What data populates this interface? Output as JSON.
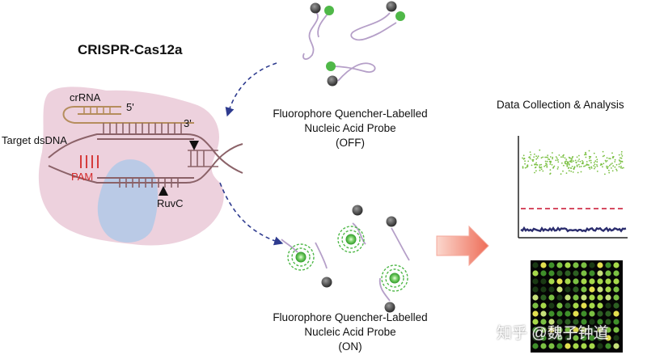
{
  "labels": {
    "title": "CRISPR-Cas12a",
    "crrna": "crRNA",
    "five_prime": "5'",
    "three_prime": "3'",
    "target": "Target dsDNA",
    "pam": "PAM",
    "ruvc": "RuvC",
    "probe_off_line1": "Fluorophore Quencher-Labelled",
    "probe_off_line2": "Nucleic Acid Probe",
    "probe_off_line3": "(OFF)",
    "probe_on_line1": "Fluorophore Quencher-Labelled",
    "probe_on_line2": "Nucleic Acid Probe",
    "probe_on_line3": "(ON)",
    "data_title": "Data Collection & Analysis",
    "watermark": "知乎 @魏子钟道"
  },
  "colors": {
    "protein": "#eccfdb",
    "ruvc_domain": "#b7c9e6",
    "crrna": "#b58d5d",
    "dna": "#8b6268",
    "pam": "#d42b2b",
    "probe_strand": "#b59fc8",
    "fluorophore": "#4fb848",
    "quencher": "#4f4f4f",
    "dashed_arrow": "#2e3b8f",
    "big_arrow": "#f28a78",
    "scatter_green": "#7bc043",
    "threshold_red": "#c8102e",
    "baseline_navy": "#2b2d6e"
  },
  "icons": {
    "cleavage_marker": "triangle-down-icon",
    "ruvc_marker": "triangle-up-icon",
    "process_arrow": "right-arrow-icon"
  }
}
